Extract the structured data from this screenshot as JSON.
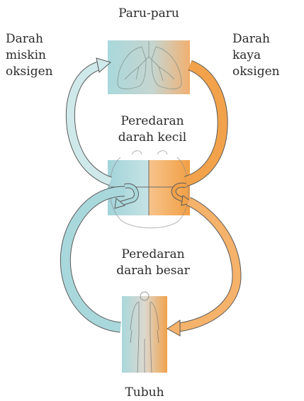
{
  "labels": {
    "lungs": "Paru-paru",
    "deoxygenated": [
      "Darah",
      "miskin",
      "oksigen"
    ],
    "oxygenated": [
      "Darah",
      "kaya",
      "oksigen"
    ],
    "pulmonary_circulation": [
      "Peredaran",
      "darah kecil"
    ],
    "systemic_circulation": [
      "Peredaran",
      "darah besar"
    ],
    "body": "Tubuh"
  },
  "colors": {
    "deoxygenated": "#a9d8dc",
    "oxygenated": "#f1a24a",
    "outline": "#5a5a5a"
  },
  "icons": [
    "lungs-icon",
    "heart-icon",
    "human-body-icon"
  ]
}
